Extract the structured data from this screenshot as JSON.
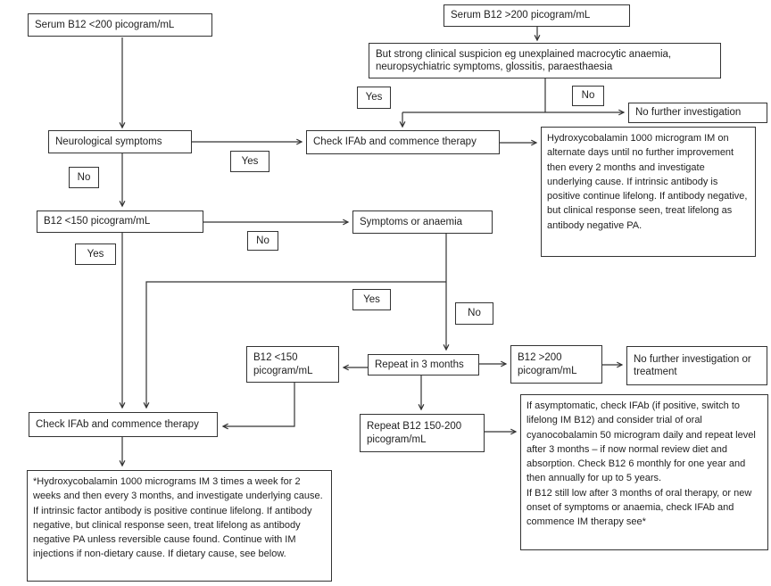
{
  "nodes": {
    "serum_b12_low": "Serum B12 <200 picogram/mL",
    "serum_b12_high": "Serum B12 >200 picogram/mL",
    "suspicion": "But strong clinical suspicion eg unexplained macrocytic anaemia,\nneuropsychiatric symptoms, glossitis, paraesthaesia",
    "no_further_investigation": "No further investigation",
    "neurological_symptoms": "Neurological symptoms",
    "check_ifab_top": "Check IFAb and commence therapy",
    "hydroxy_alternate_days": "Hydroxycobalamin 1000 microgram IM on alternate days until no further improvement then every 2 months and investigate underlying cause. If intrinsic antibody is positive continue lifelong. If antibody negative, but clinical response seen, treat lifelong as antibody negative PA.",
    "b12_lt150": "B12 <150 picogram/mL",
    "symptoms_or_anaemia": "Symptoms or anaemia",
    "b12_lt150_repeat": "B12 <150\npicogram/mL",
    "repeat_3_months": "Repeat in 3 months",
    "b12_gt200_repeat": "B12 >200\npicogram/mL",
    "no_further_or_treatment": "No further investigation or treatment",
    "repeat_b12_150_200": "Repeat B12 150-200\npicogram/mL",
    "check_ifab_bottom": "Check IFAb and commence therapy",
    "hydroxy_3_times_week": "*Hydroxycobalamin 1000 micrograms IM 3 times a week for 2 weeks and then every 3 months, and investigate underlying cause. If intrinsic factor antibody is positive continue lifelong. If antibody negative, but clinical response seen, treat lifelong as antibody negative PA unless reversible cause found. Continue with IM injections if non-dietary cause. If dietary cause, see below.",
    "asymptomatic": "If asymptomatic, check IFAb (if positive, switch to lifelong IM B12) and consider trial of oral cyanocobalamin 50 microgram daily and repeat level after 3 months – if now normal review diet and absorption. Check B12 6 monthly for one year and then annually for up to 5 years.\nIf B12 still low after 3 months of oral therapy, or new onset of symptoms or anaemia, check IFAb and commence IM therapy see*"
  },
  "decision_labels": {
    "yes": "Yes",
    "no": "No"
  },
  "colors": {
    "line": "#333333",
    "border": "#333333",
    "text": "#1f1f1f",
    "background": "#ffffff"
  }
}
